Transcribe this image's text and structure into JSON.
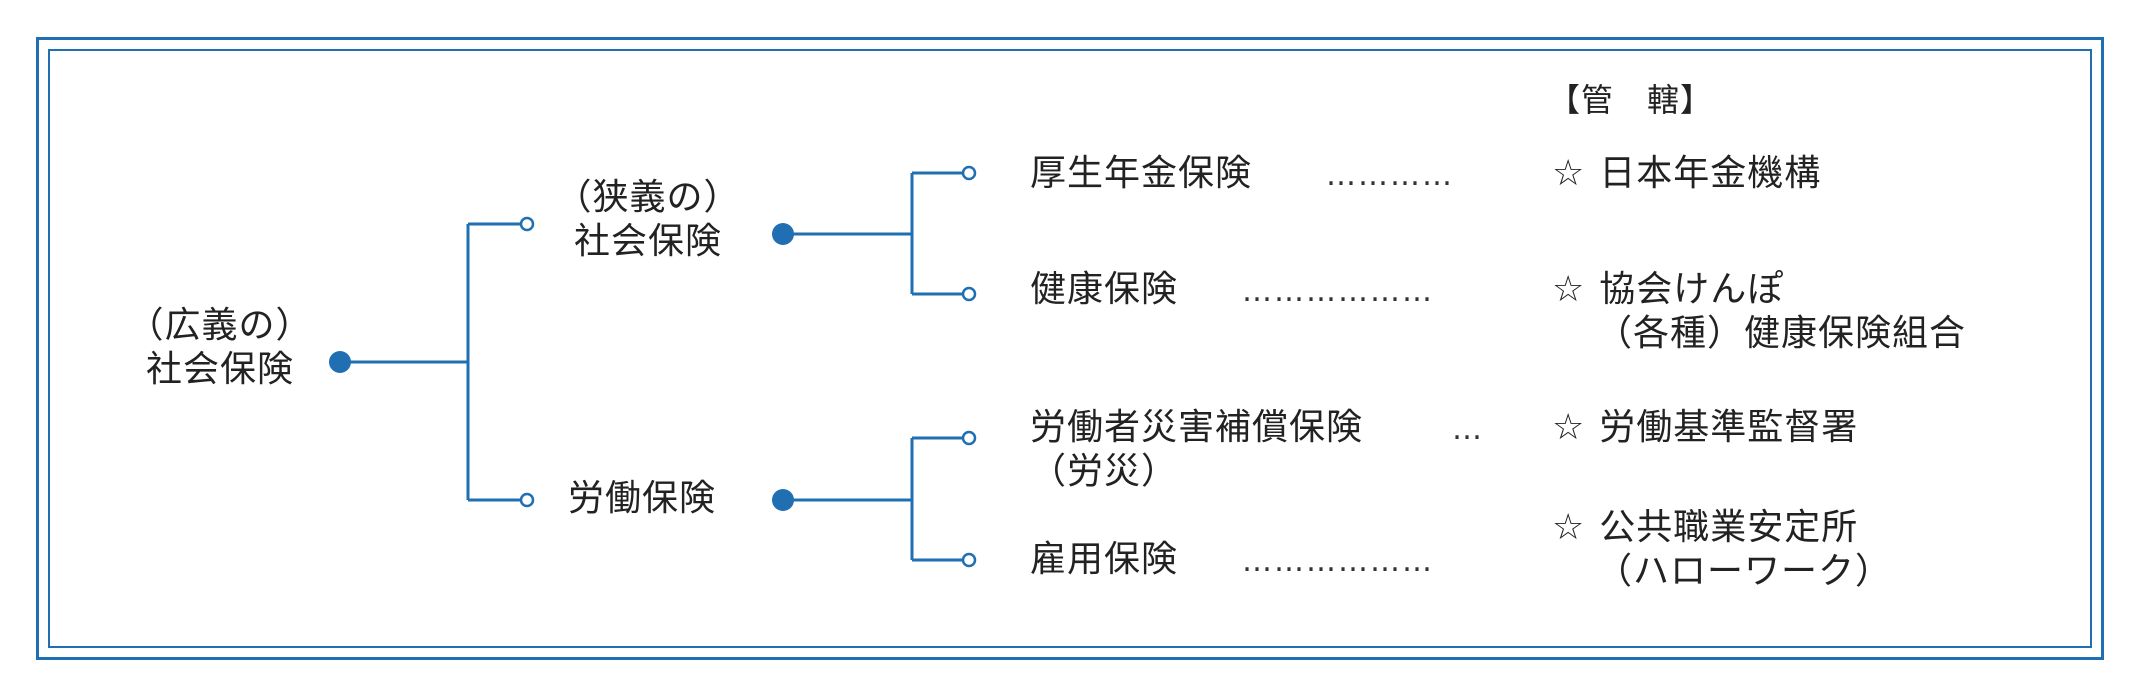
{
  "root": {
    "line1": "（広義の）",
    "line2": "社会保険"
  },
  "branch_shakai": {
    "line1": "（狭義の）",
    "line2": "社会保険"
  },
  "branch_rodo": {
    "label": "労働保険"
  },
  "header": {
    "authority_title": "【管　轄】"
  },
  "items": [
    {
      "name": "厚生年金保険",
      "sub": "",
      "leader": "…………",
      "star": "☆",
      "authority": "日本年金機構",
      "authority_sub": ""
    },
    {
      "name": "健康保険",
      "sub": "",
      "leader": "………………",
      "star": "☆",
      "authority": "協会けんぽ",
      "authority_sub": "（各種）健康保険組合"
    },
    {
      "name": "労働者災害補償保険",
      "sub": "（労災）",
      "leader": "…",
      "star": "☆",
      "authority": "労働基準監督署",
      "authority_sub": ""
    },
    {
      "name": "雇用保険",
      "sub": "",
      "leader": "………………",
      "star": "☆",
      "authority": "公共職業安定所",
      "authority_sub": "（ハローワーク）"
    }
  ],
  "colors": {
    "line": "#1f6fb2",
    "node": "#1f6fb2",
    "text": "#222222"
  }
}
